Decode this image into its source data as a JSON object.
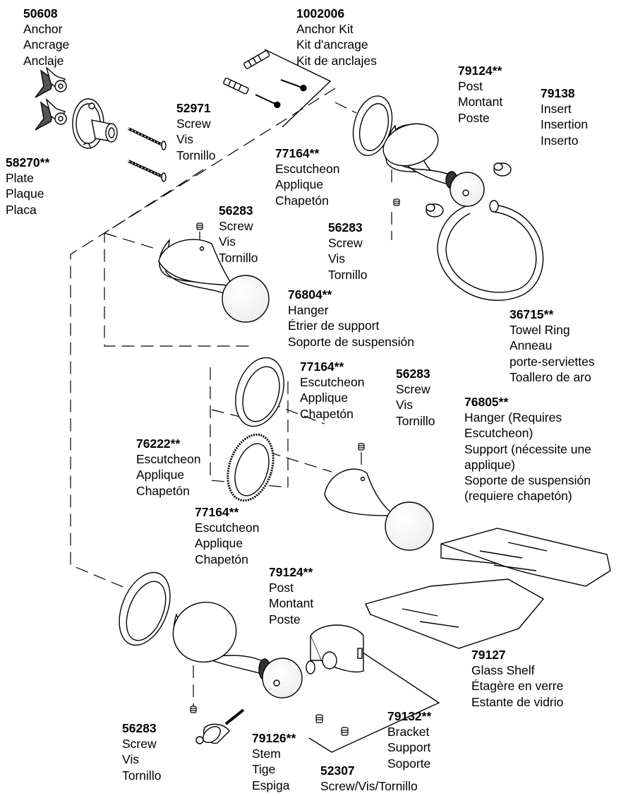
{
  "parts": [
    {
      "key": "p50608",
      "number": "50608",
      "lines": [
        "Anchor",
        "Ancrage",
        "Anclaje"
      ]
    },
    {
      "key": "p1002006",
      "number": "1002006",
      "lines": [
        "Anchor Kit",
        "Kit d'ancrage",
        "Kit de anclajes"
      ]
    },
    {
      "key": "p79124a",
      "number": "79124**",
      "lines": [
        "Post",
        "Montant",
        "Poste"
      ]
    },
    {
      "key": "p79138",
      "number": "79138",
      "lines": [
        "Insert",
        "Insertion",
        "Inserto"
      ]
    },
    {
      "key": "p52971",
      "number": "52971",
      "lines": [
        "Screw",
        "Vis",
        "Tornillo"
      ]
    },
    {
      "key": "p58270",
      "number": "58270**",
      "lines": [
        "Plate",
        "Plaque",
        "Placa"
      ]
    },
    {
      "key": "p77164a",
      "number": "77164**",
      "lines": [
        "Escutcheon",
        "Applique",
        "Chapetón"
      ]
    },
    {
      "key": "p56283a",
      "number": "56283",
      "lines": [
        "Screw",
        "Vis",
        "Tornillo"
      ]
    },
    {
      "key": "p56283b",
      "number": "56283",
      "lines": [
        "Screw",
        "Vis",
        "Tornillo"
      ]
    },
    {
      "key": "p76804",
      "number": "76804**",
      "lines": [
        "Hanger",
        "Étrier de support",
        "Soporte de suspensión"
      ]
    },
    {
      "key": "p36715",
      "number": "36715**",
      "lines": [
        "Towel Ring",
        "Anneau",
        "porte-serviettes",
        "Toallero de aro"
      ]
    },
    {
      "key": "p77164b",
      "number": "77164**",
      "lines": [
        "Escutcheon",
        "Applique",
        "Chapetón"
      ]
    },
    {
      "key": "p56283c",
      "number": "56283",
      "lines": [
        "Screw",
        "Vis",
        "Tornillo"
      ]
    },
    {
      "key": "p76805",
      "number": "76805**",
      "lines": [
        "Hanger (Requires",
        "Escutcheon)",
        "Support (nécessite une",
        "applique)",
        "Soporte de suspensión",
        "(requiere chapetón)"
      ]
    },
    {
      "key": "p76222",
      "number": "76222**",
      "lines": [
        "Escutcheon",
        "Applique",
        "Chapetón"
      ]
    },
    {
      "key": "p77164c",
      "number": "77164**",
      "lines": [
        "Escutcheon",
        "Applique",
        "Chapetón"
      ]
    },
    {
      "key": "p79124b",
      "number": "79124**",
      "lines": [
        "Post",
        "Montant",
        "Poste"
      ]
    },
    {
      "key": "p79127",
      "number": "79127",
      "lines": [
        "Glass Shelf",
        "Étagère en verre",
        "Estante de vidrio"
      ]
    },
    {
      "key": "p79132",
      "number": "79132**",
      "lines": [
        "Bracket",
        "Support",
        "Soporte"
      ]
    },
    {
      "key": "p56283d",
      "number": "56283",
      "lines": [
        "Screw",
        "Vis",
        "Tornillo"
      ]
    },
    {
      "key": "p79126",
      "number": "79126**",
      "lines": [
        "Stem",
        "Tige",
        "Espiga"
      ]
    },
    {
      "key": "p52307",
      "number": "52307",
      "lines": [
        "Screw/Vis/Tornillo"
      ]
    }
  ]
}
